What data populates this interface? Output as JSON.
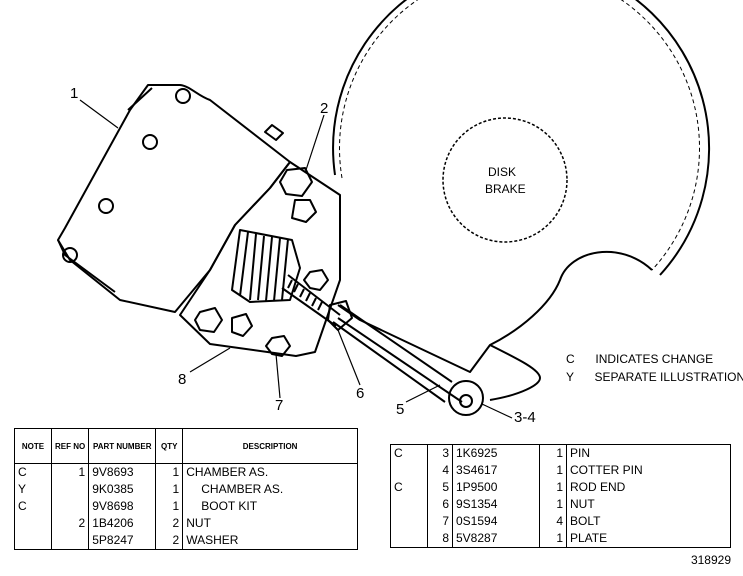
{
  "callouts": [
    "1",
    "2",
    "8",
    "7",
    "6",
    "5",
    "3-4"
  ],
  "disk_label_1": "DISK",
  "disk_label_2": "BRAKE",
  "legend": [
    {
      "code": "C",
      "text": "INDICATES CHANGE"
    },
    {
      "code": "Y",
      "text": "SEPARATE ILLUSTRATION"
    }
  ],
  "table_left": {
    "headers": {
      "note": "NOTE",
      "ref": "REF NO",
      "part": "PART NUMBER",
      "qty": "QTY",
      "desc": "DESCRIPTION"
    },
    "rows": [
      {
        "note": "C",
        "ref": "1",
        "part": "9V8693",
        "qty": "1",
        "desc": "CHAMBER AS."
      },
      {
        "note": "Y",
        "ref": "",
        "part": "9K0385",
        "qty": "1",
        "desc": "CHAMBER AS."
      },
      {
        "note": "C",
        "ref": "",
        "part": "9V8698",
        "qty": "1",
        "desc": "BOOT KIT"
      },
      {
        "note": "",
        "ref": "2",
        "part": "1B4206",
        "qty": "2",
        "desc": "NUT"
      },
      {
        "note": "",
        "ref": "",
        "part": "5P8247",
        "qty": "2",
        "desc": "WASHER"
      }
    ]
  },
  "table_right": {
    "rows": [
      {
        "note": "C",
        "ref": "3",
        "part": "1K6925",
        "qty": "1",
        "desc": "PIN"
      },
      {
        "note": "",
        "ref": "4",
        "part": "3S4617",
        "qty": "1",
        "desc": "COTTER PIN"
      },
      {
        "note": "C",
        "ref": "5",
        "part": "1P9500",
        "qty": "1",
        "desc": "ROD END"
      },
      {
        "note": "",
        "ref": "6",
        "part": "9S1354",
        "qty": "1",
        "desc": "NUT"
      },
      {
        "note": "",
        "ref": "7",
        "part": "0S1594",
        "qty": "4",
        "desc": "BOLT"
      },
      {
        "note": "",
        "ref": "8",
        "part": "5V8287",
        "qty": "1",
        "desc": "PLATE"
      }
    ]
  },
  "figure_number": "318929"
}
